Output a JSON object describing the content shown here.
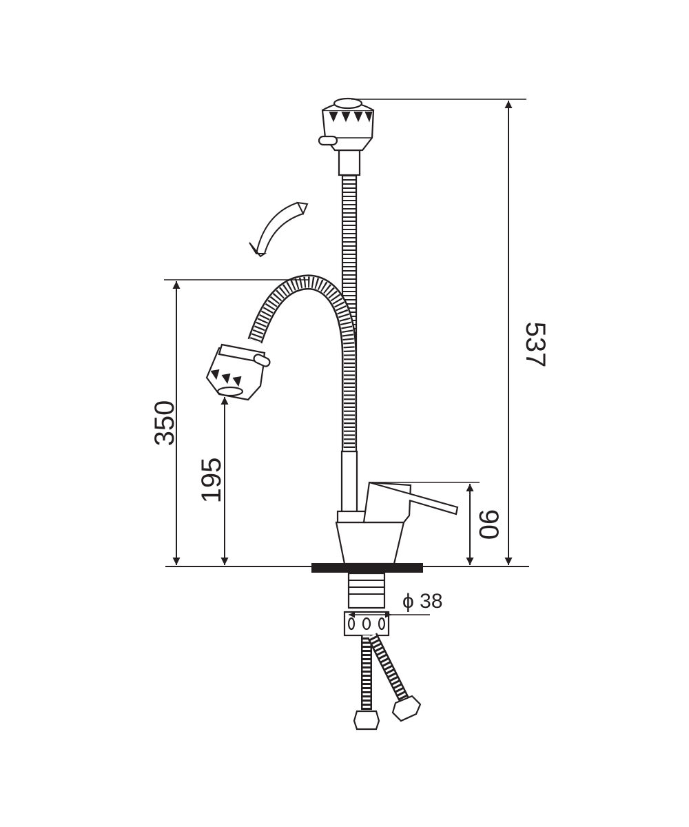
{
  "drawing": {
    "subject": "single-lever faucet with flexible spout",
    "dimensions": {
      "total_height": "537",
      "spout_height": "350",
      "outlet_height": "195",
      "lever_height": "90",
      "base_diameter": "ϕ 38"
    },
    "colors": {
      "line": "#231f20",
      "background": "#ffffff"
    }
  }
}
